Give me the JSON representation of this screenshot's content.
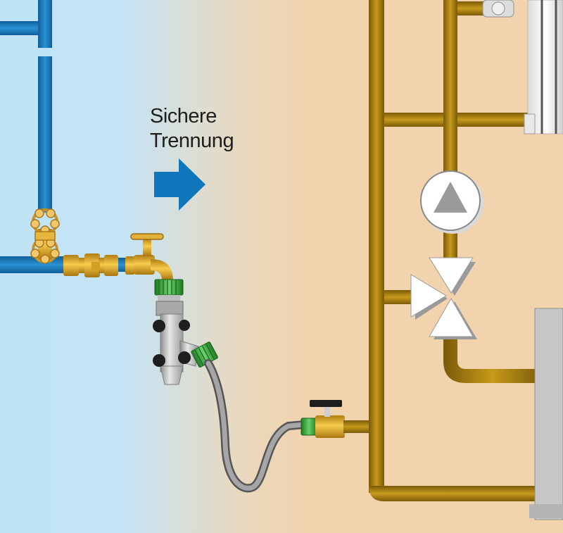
{
  "caption": {
    "line1": "Sichere",
    "line2": "Trennung"
  },
  "components": {
    "left_side": "drinking-water-network",
    "right_side": "heating-circuit",
    "arrow": "direction-arrow",
    "pump_symbol": "circulation-pump",
    "valve_symbol": "three-way-valve"
  },
  "colors": {
    "drinking_water_bg": "#bfe3f7",
    "heating_bg": "#f1d3ae",
    "water_pipe": "#1a7fc1",
    "heating_pipe": "#b98c12",
    "brass": "#e6b53a",
    "fitting_green": "#3cab3a",
    "arrow": "#0e76bb"
  }
}
